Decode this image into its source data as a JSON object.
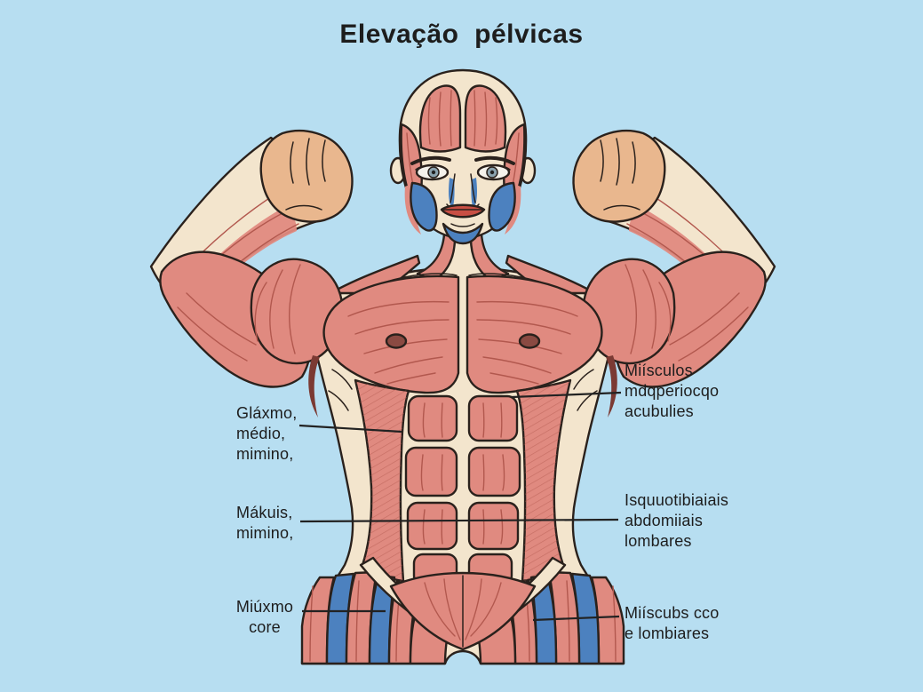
{
  "title": "Elevação  pélvicas",
  "labels": {
    "left": [
      {
        "lines": [
          "Gláxmo,",
          "médio,",
          "mimino,"
        ]
      },
      {
        "lines": [
          "Mákuis,",
          "mimino,"
        ]
      },
      {
        "lines": [
          "Miúxmo",
          "core"
        ]
      }
    ],
    "right": [
      {
        "lines": [
          "Miísculos",
          "mdqperiocqo",
          "acubulies"
        ]
      },
      {
        "lines": [
          "Isquuotibiaiais",
          "abdomiiais",
          "lombares"
        ]
      },
      {
        "lines": [
          "Miíscubs cco",
          "e lombiares"
        ]
      }
    ]
  },
  "colors": {
    "background": "#b7def1",
    "muscle": "#e08a80",
    "muscle_fiber": "#b2584e",
    "muscle_shadow": "#7b3a33",
    "skin": "#f3e5cd",
    "hand": "#e9b78e",
    "blue_muscle": "#4c81bf",
    "lips": "#c94f44",
    "outline": "#2a211c",
    "text": "#1d1d1d",
    "leader_line": "#222222"
  }
}
